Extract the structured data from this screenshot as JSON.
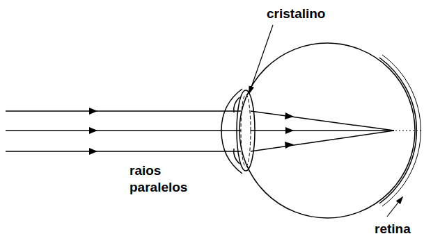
{
  "diagram": {
    "labels": [
      "cristalino",
      "raios paralelos",
      "retina"
    ]
  }
}
